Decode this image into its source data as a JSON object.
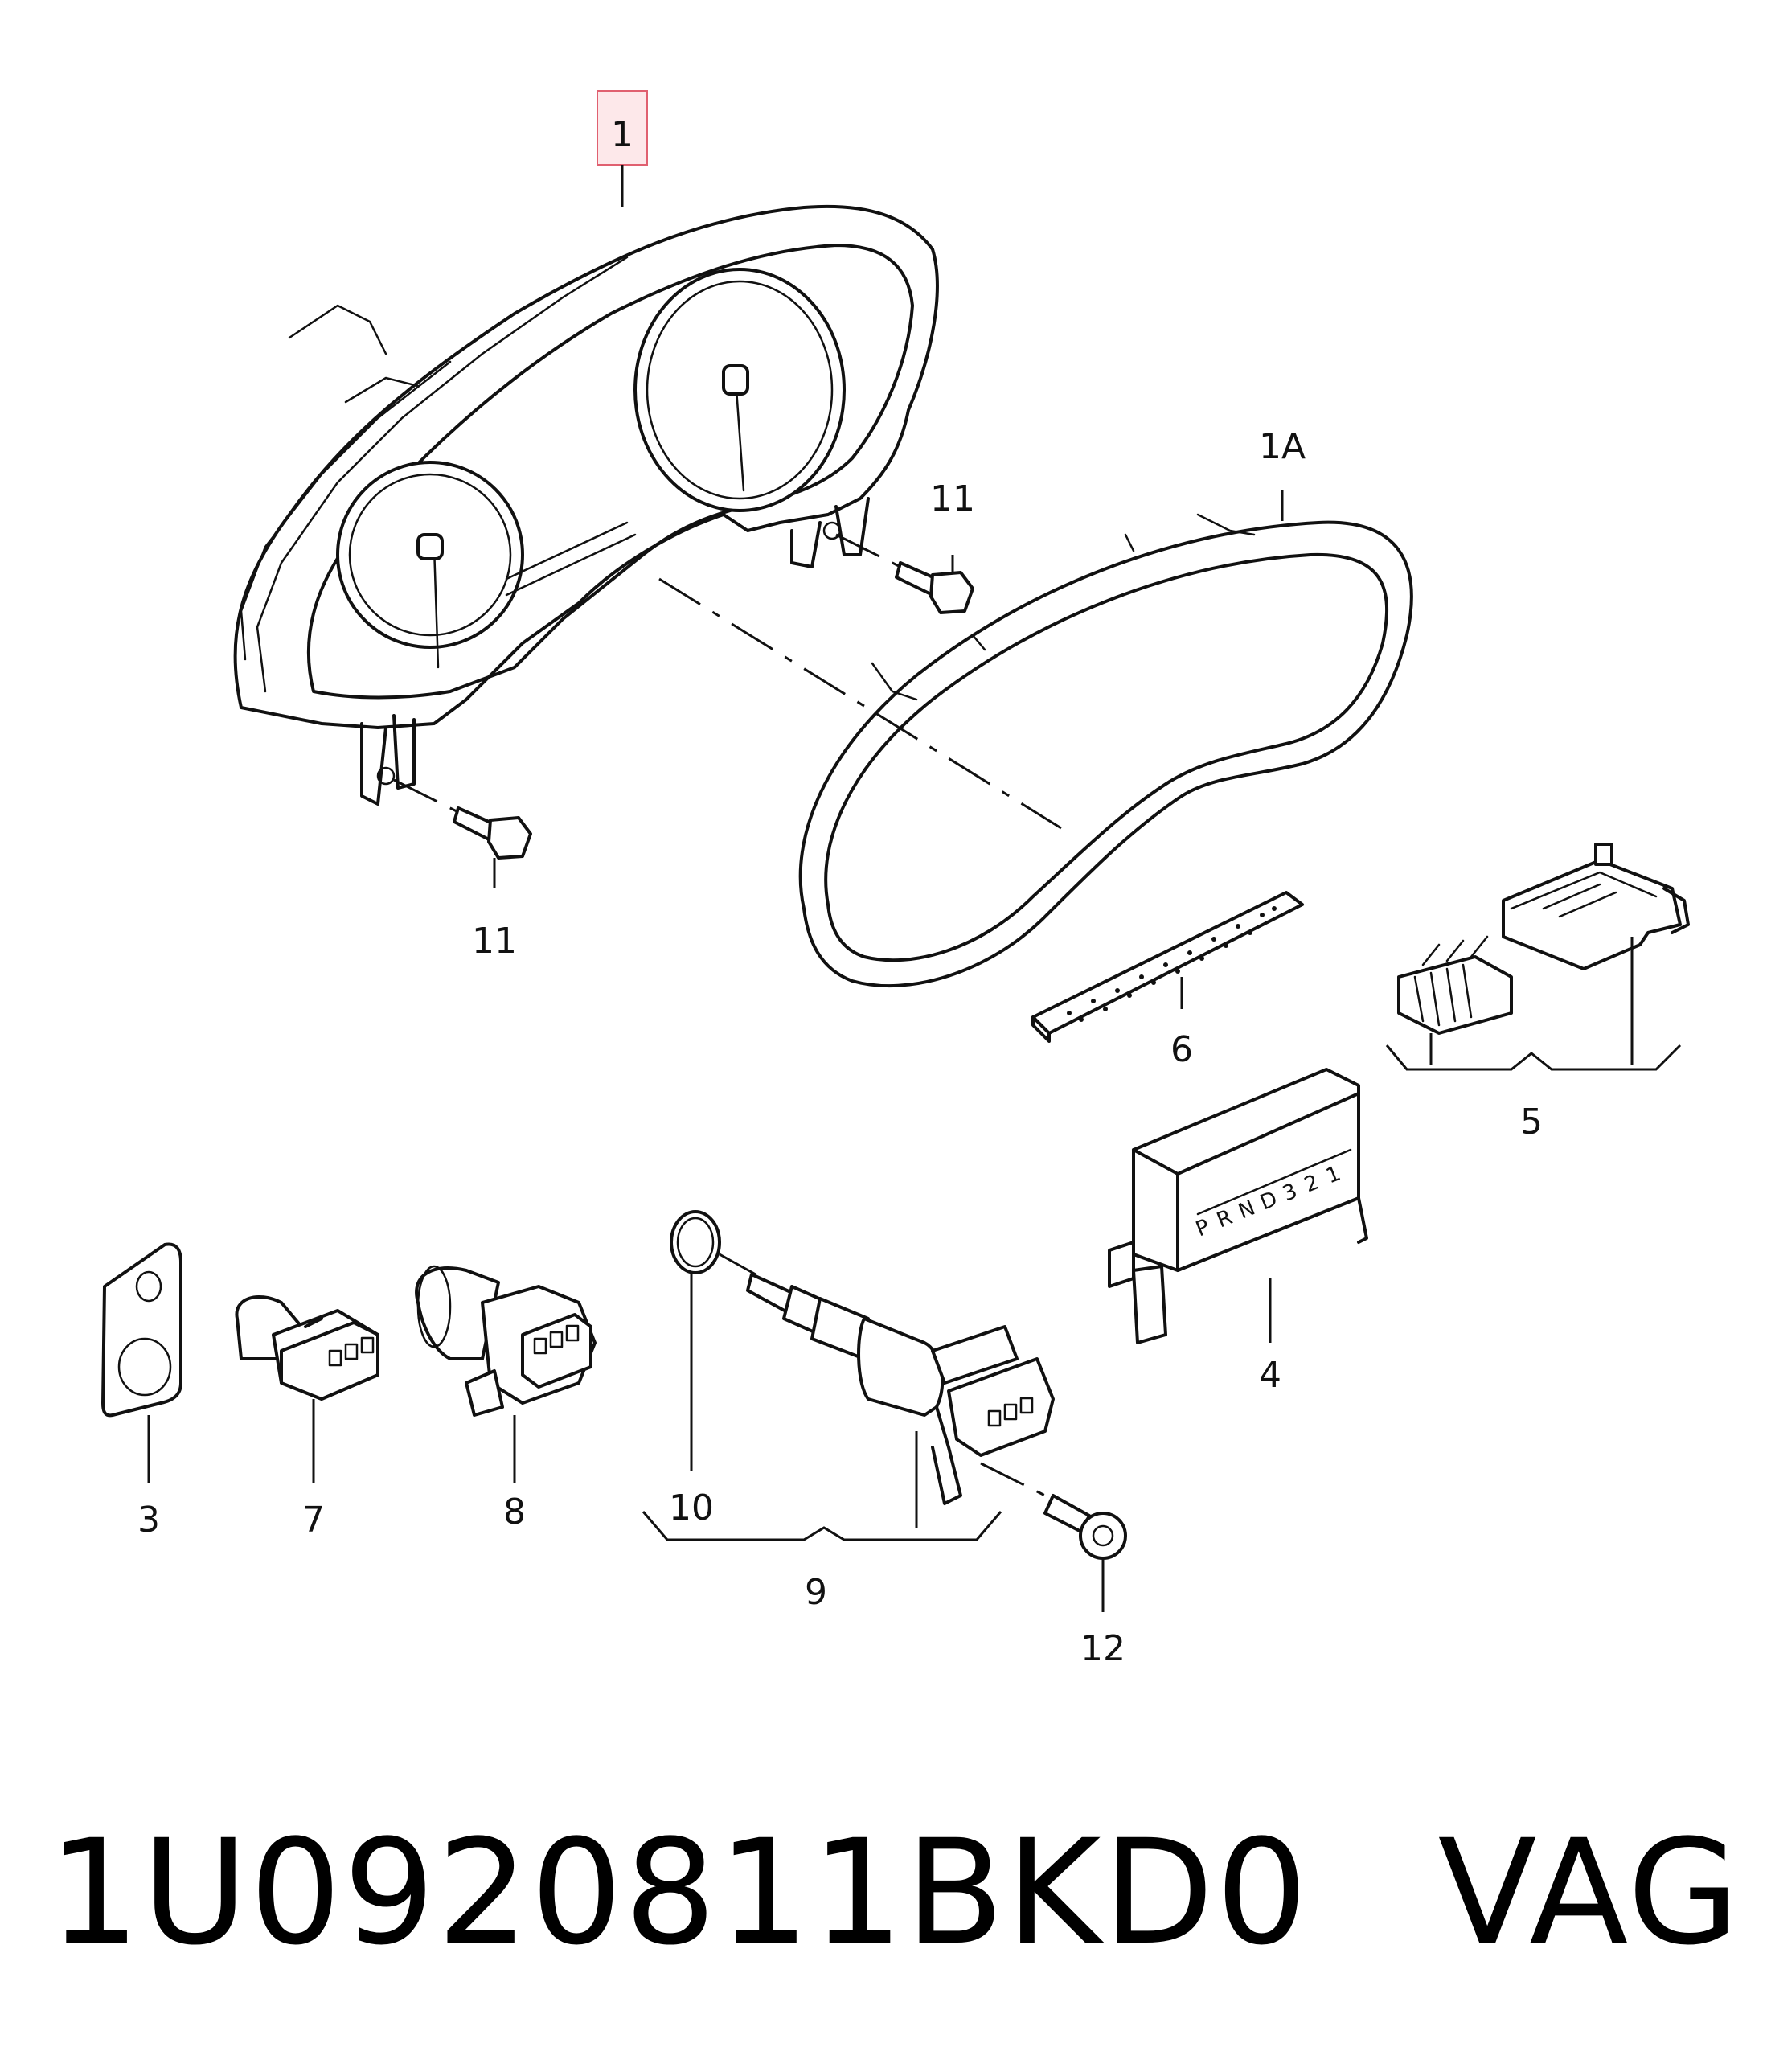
{
  "callouts": {
    "c1": "1",
    "c1a": "1A",
    "c3": "3",
    "c4": "4",
    "c5": "5",
    "c6": "6",
    "c7": "7",
    "c8": "8",
    "c9": "9",
    "c10": "10",
    "c11a": "11",
    "c11b": "11",
    "c12": "12"
  },
  "gear_indicator": [
    "P",
    "R",
    "N",
    "D",
    "3",
    "2",
    "1"
  ],
  "footer": {
    "part_number": "1U0920811BKD0",
    "brand": "VAG"
  },
  "colors": {
    "line": "#111111",
    "highlight_box": "#e06070",
    "highlight_fill": "#fde8ea"
  }
}
